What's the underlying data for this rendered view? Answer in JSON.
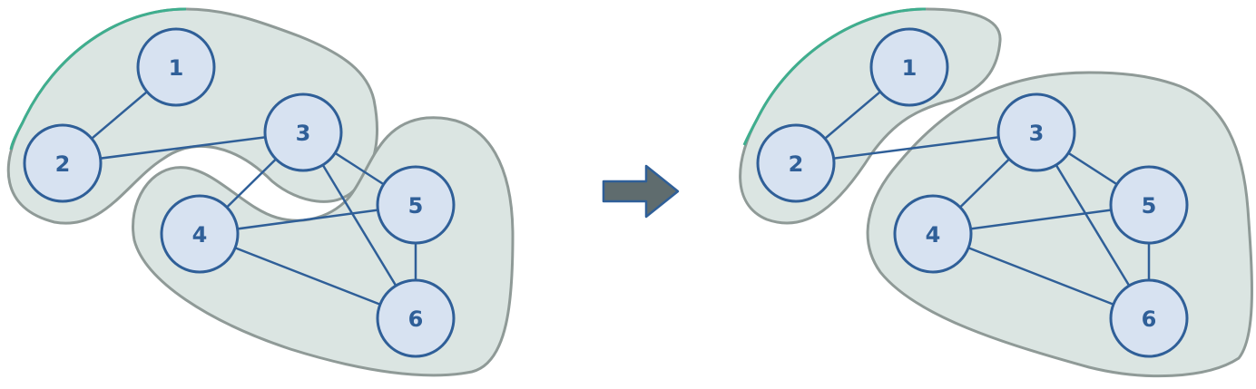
{
  "panels": [
    {
      "id": "before",
      "nodes": [
        {
          "id": "1",
          "label": "1"
        },
        {
          "id": "2",
          "label": "2"
        },
        {
          "id": "3",
          "label": "3"
        },
        {
          "id": "4",
          "label": "4"
        },
        {
          "id": "5",
          "label": "5"
        },
        {
          "id": "6",
          "label": "6"
        }
      ],
      "edges": [
        [
          "1",
          "2"
        ],
        [
          "2",
          "3"
        ],
        [
          "3",
          "4"
        ],
        [
          "3",
          "5"
        ],
        [
          "3",
          "6"
        ],
        [
          "4",
          "5"
        ],
        [
          "4",
          "6"
        ],
        [
          "5",
          "6"
        ]
      ],
      "clusters": [
        [
          "1",
          "2",
          "3"
        ],
        [
          "4",
          "5",
          "6"
        ]
      ]
    },
    {
      "id": "after",
      "nodes": [
        {
          "id": "1",
          "label": "1"
        },
        {
          "id": "2",
          "label": "2"
        },
        {
          "id": "3",
          "label": "3"
        },
        {
          "id": "4",
          "label": "4"
        },
        {
          "id": "5",
          "label": "5"
        },
        {
          "id": "6",
          "label": "6"
        }
      ],
      "edges": [
        [
          "1",
          "2"
        ],
        [
          "2",
          "3"
        ],
        [
          "3",
          "4"
        ],
        [
          "3",
          "5"
        ],
        [
          "3",
          "6"
        ],
        [
          "4",
          "5"
        ],
        [
          "4",
          "6"
        ],
        [
          "5",
          "6"
        ]
      ],
      "clusters": [
        [
          "1",
          "2"
        ],
        [
          "3",
          "4",
          "5",
          "6"
        ]
      ]
    }
  ],
  "transition_icon": "right-arrow-icon",
  "colors": {
    "cluster_fill": "#dbe5e2",
    "cluster_stroke": "#8f9a97",
    "cluster_accent": "#3fae8e",
    "node_fill": "#d7e2f1",
    "node_stroke": "#2f5f98",
    "edge": "#2f5f98",
    "arrow_fill": "#5f6c6e"
  }
}
